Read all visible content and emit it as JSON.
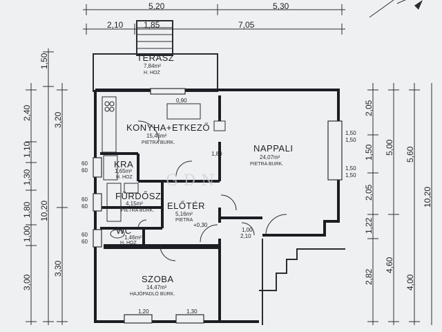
{
  "rooms": {
    "terasz": {
      "name": "TERASZ",
      "area": "7,84m²",
      "floor": "H. HOZ"
    },
    "konyha": {
      "name": "KONYHA+ETKEZŐ",
      "area": "15,46m²",
      "floor": "PIETRA BURK."
    },
    "nappali": {
      "name": "NAPPALI",
      "area": "24,07m²",
      "floor": "PIETRA BURK."
    },
    "kra": {
      "name": "KRA",
      "area": "1,65m²",
      "floor": "H. HOZ"
    },
    "furdo": {
      "name": "FÜRDŐSZ",
      "area": "4,15m²",
      "floor": "PIETRA BURK."
    },
    "eloter": {
      "name": "ELŐTÉR",
      "area": "5,16m²",
      "floor": "PIETRA"
    },
    "wc": {
      "name": "WC",
      "area": "1,46m²",
      "floor": "H. HOZ"
    },
    "szoba": {
      "name": "SZOBA",
      "area": "14,47m²",
      "floor": "HAJÓPADLÓ BURK."
    }
  },
  "dimensions": {
    "top_outer": [
      "5,20",
      "5,30"
    ],
    "top_inner": [
      "2,10",
      "1,85",
      "7,05"
    ],
    "left_outer": [
      "1,50",
      "10,20"
    ],
    "left_mid": [
      "3,20",
      "3,30"
    ],
    "left_inner": [
      "2,40",
      "1,10",
      "1,30",
      "1,80",
      "1,00",
      "3,00"
    ],
    "right_inner": [
      "2,05",
      "1,50",
      "2,05",
      "1,22",
      "2,82"
    ],
    "right_mid": [
      "5,00",
      "4,60"
    ],
    "right_outer": [
      "5,60",
      "10,20",
      "4,00"
    ],
    "windows": [
      "1,50",
      "1,50",
      "1,50",
      "1,50",
      "60",
      "60",
      "60",
      "60",
      "60",
      "60",
      "1,00",
      "2,10",
      "0,90",
      "1,80",
      "1,20",
      "1,30"
    ],
    "level": "+0,30"
  },
  "icons": [
    "stair-icon",
    "north-arrow-icon",
    "door-swing-icon",
    "window-icon"
  ],
  "watermark": "GDN"
}
